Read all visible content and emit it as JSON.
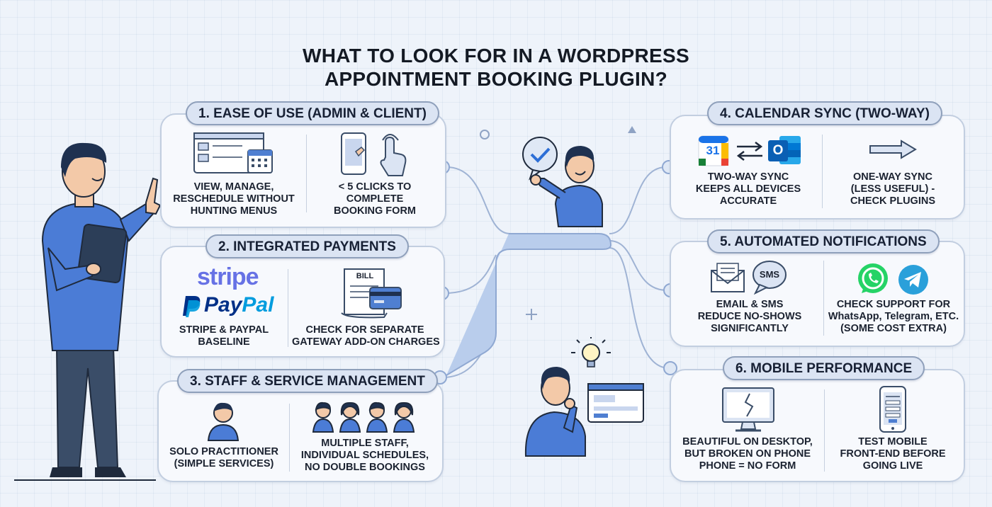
{
  "title": {
    "line1": "WHAT TO LOOK FOR IN A WORDPRESS",
    "line2": "APPOINTMENT BOOKING PLUGIN?"
  },
  "cards": {
    "c1": {
      "heading": "1. EASE OF USE (ADMIN & CLIENT)",
      "left": [
        "VIEW, MANAGE,",
        "RESCHEDULE WITHOUT",
        "HUNTING MENUS"
      ],
      "right": [
        "< 5 CLICKS TO",
        "COMPLETE",
        "BOOKING FORM"
      ]
    },
    "c2": {
      "heading": "2. INTEGRATED PAYMENTS",
      "stripe": "stripe",
      "paypal_a": "Pay",
      "paypal_b": "Pal",
      "bill": "BILL",
      "left": [
        "STRIPE & PAYPAL",
        "BASELINE"
      ],
      "right": [
        "CHECK FOR SEPARATE",
        "GATEWAY ADD-ON CHARGES"
      ]
    },
    "c3": {
      "heading": "3. STAFF & SERVICE MANAGEMENT",
      "left": [
        "SOLO PRACTITIONER",
        "(SIMPLE SERVICES)"
      ],
      "right": [
        "MULTIPLE STAFF,",
        "INDIVIDUAL SCHEDULES,",
        "NO DOUBLE BOOKINGS"
      ]
    },
    "c4": {
      "heading": "4. CALENDAR SYNC (TWO-WAY)",
      "gcal_day": "31",
      "outlook_letter": "O",
      "left": [
        "TWO-WAY SYNC",
        "KEEPS ALL DEVICES",
        "ACCURATE"
      ],
      "right": [
        "ONE-WAY SYNC",
        "(LESS USEFUL) -",
        "CHECK PLUGINS"
      ]
    },
    "c5": {
      "heading": "5. AUTOMATED NOTIFICATIONS",
      "sms": "SMS",
      "left": [
        "EMAIL & SMS",
        "REDUCE NO-SHOWS",
        "SIGNIFICANTLY"
      ],
      "right": [
        "CHECK SUPPORT FOR",
        "WhatsApp, Telegram, ETC.",
        "(SOME COST EXTRA)"
      ]
    },
    "c6": {
      "heading": "6. MOBILE PERFORMANCE",
      "left": [
        "BEAUTIFUL ON DESKTOP,",
        "BUT BROKEN ON PHONE",
        "PHONE = NO FORM"
      ],
      "right": [
        "TEST MOBILE",
        "FRONT-END BEFORE",
        "GOING LIVE"
      ]
    }
  },
  "colors": {
    "accent": "#4f7fd1",
    "card_border": "#c2cee0",
    "pill_fill": "#dbe4f3",
    "shirt": "#4b7cd6",
    "pants": "#3a4d68",
    "hair": "#1f3150"
  }
}
